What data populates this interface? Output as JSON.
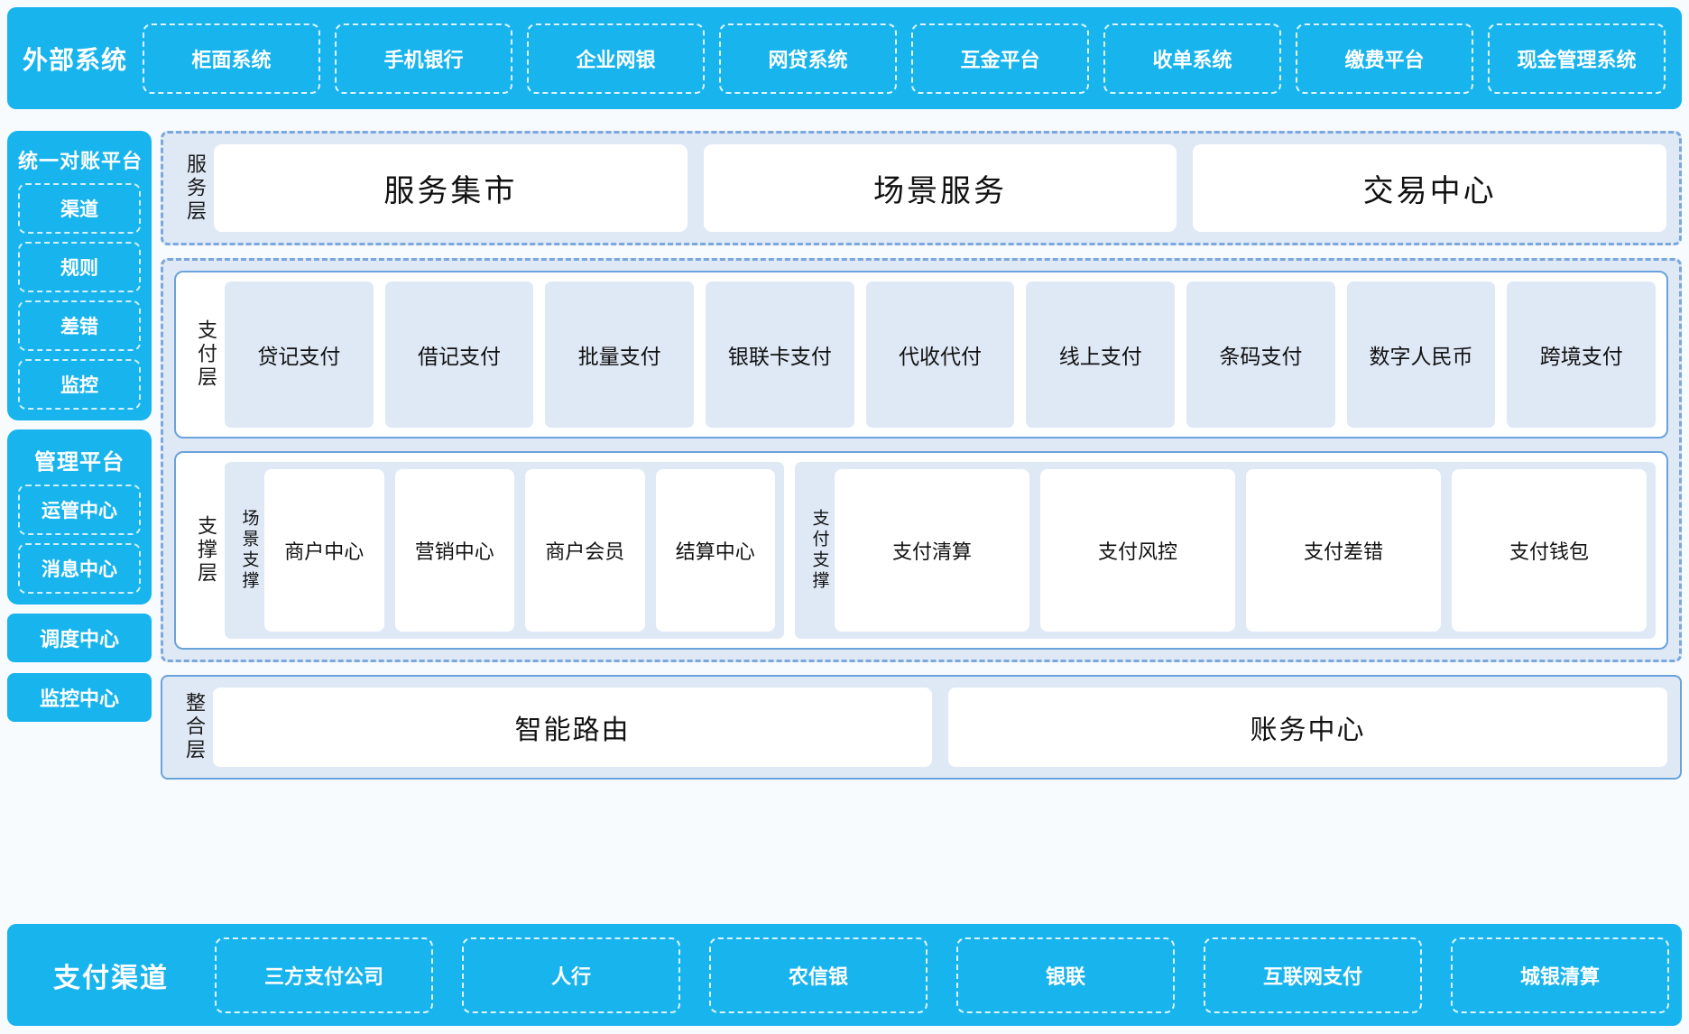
{
  "colors": {
    "brand_cyan": "#18b4ee",
    "panel_blue": "#dfe9f6",
    "border_blue": "#6aa2dc",
    "dash_blue": "#7aa7dd",
    "page_bg": "#f7fbfd"
  },
  "external_systems": {
    "label": "外部系统",
    "items": [
      "柜面系统",
      "手机银行",
      "企业网银",
      "网贷系统",
      "互金平台",
      "收单系统",
      "缴费平台",
      "现金管理系统"
    ]
  },
  "left_rail": {
    "reconciliation": {
      "title": "统一对账平台",
      "items": [
        "渠道",
        "规则",
        "差错",
        "监控"
      ]
    },
    "management": {
      "title": "管理平台",
      "items": [
        "运管中心",
        "消息中心"
      ]
    },
    "standalone": [
      "调度中心",
      "监控中心"
    ]
  },
  "service_layer": {
    "label": "服务层",
    "items": [
      "服务集市",
      "场景服务",
      "交易中心"
    ]
  },
  "payment_layer": {
    "label": "支付层",
    "items": [
      "贷记支付",
      "借记支付",
      "批量支付",
      "银联卡支付",
      "代收代付",
      "线上支付",
      "条码支付",
      "数字人民币",
      "跨境支付"
    ]
  },
  "support_layer": {
    "label": "支撑层",
    "groups": [
      {
        "label": "场景支撑",
        "items": [
          "商户中心",
          "营销中心",
          "商户会员",
          "结算中心"
        ]
      },
      {
        "label": "支付支撑",
        "items": [
          "支付清算",
          "支付风控",
          "支付差错",
          "支付钱包"
        ]
      }
    ]
  },
  "integration_layer": {
    "label": "整合层",
    "items": [
      "智能路由",
      "账务中心"
    ]
  },
  "payment_channels": {
    "label": "支付渠道",
    "items": [
      "三方支付公司",
      "人行",
      "农信银",
      "银联",
      "互联网支付",
      "城银清算"
    ]
  }
}
